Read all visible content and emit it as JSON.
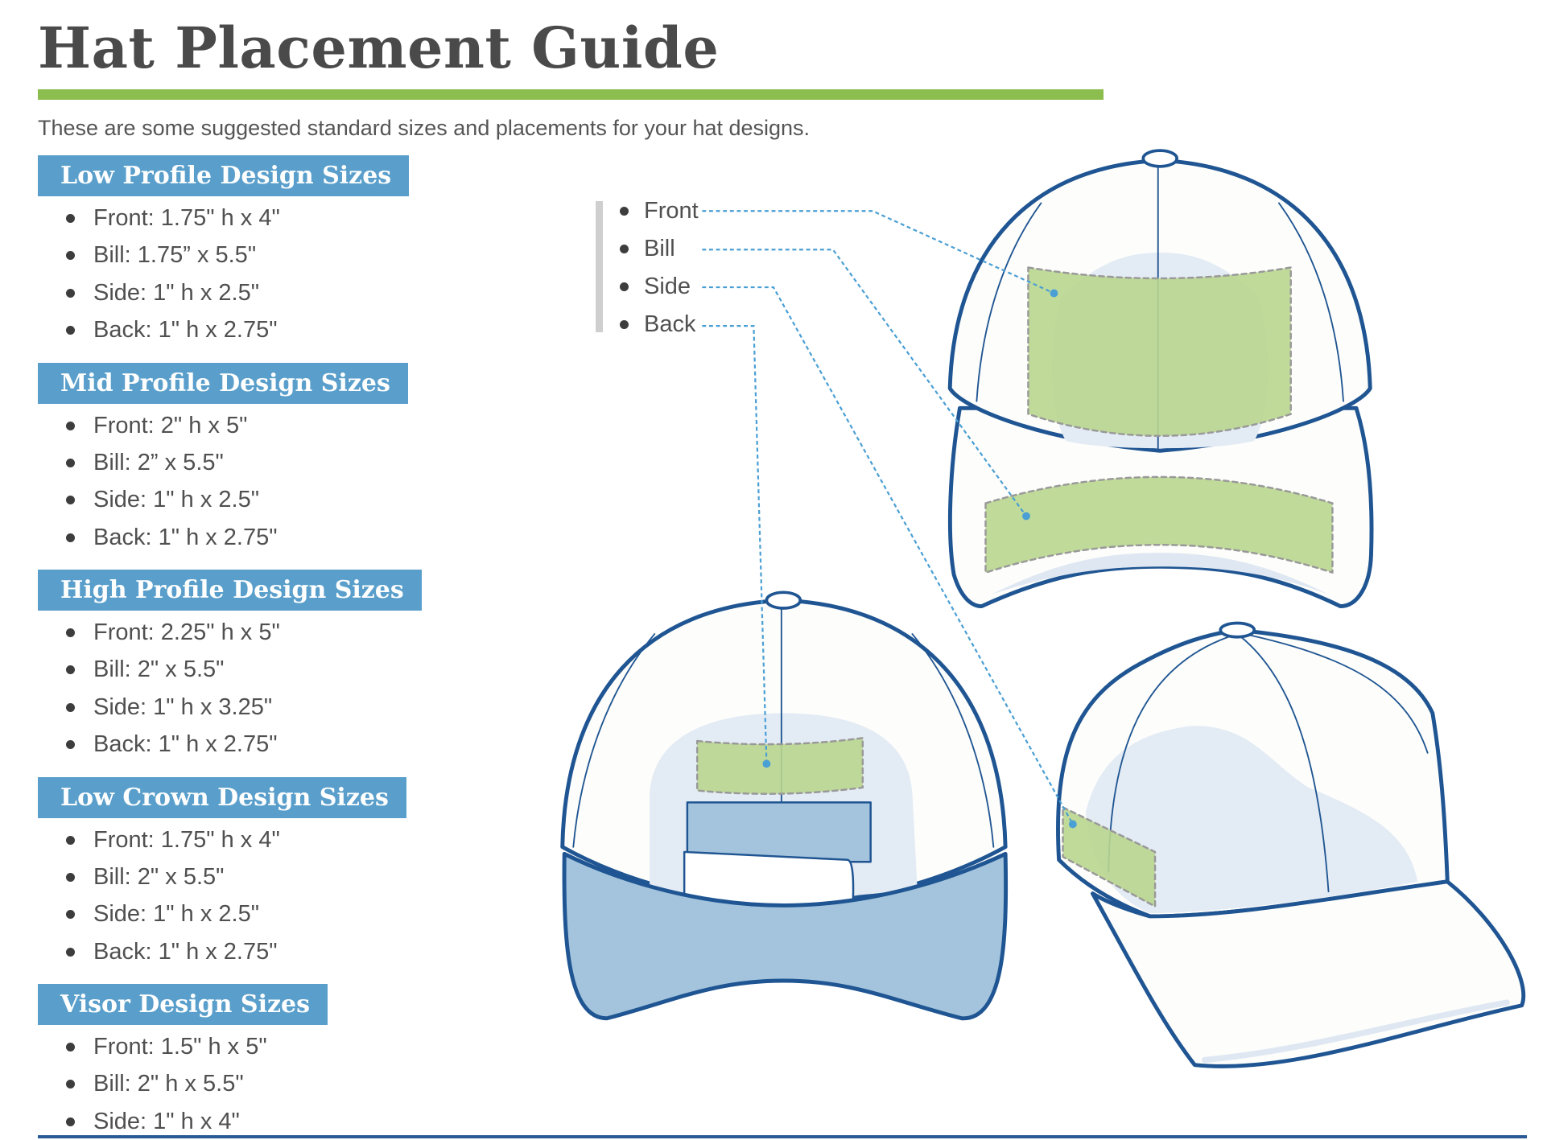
{
  "title": "Hat Placement Guide",
  "subtitle": "These are some suggested standard sizes and placements for your hat designs.",
  "sections": [
    {
      "heading": "Low Profile Design Sizes",
      "items": [
        "Front: 1.75\" h x 4\"",
        "Bill: 1.75” x 5.5\"",
        "Side: 1\" h x 2.5\"",
        "Back: 1\" h x 2.75\""
      ]
    },
    {
      "heading": "Mid Profile Design Sizes",
      "items": [
        "Front: 2\" h x 5\"",
        "Bill: 2” x 5.5\"",
        "Side: 1\" h x 2.5\"",
        "Back: 1\" h x 2.75\""
      ]
    },
    {
      "heading": "High Profile Design Sizes",
      "items": [
        "Front: 2.25\" h x 5\"",
        "Bill: 2\" x 5.5\"",
        "Side: 1\" h x 3.25\"",
        "Back: 1\" h x 2.75\""
      ]
    },
    {
      "heading": "Low Crown Design Sizes",
      "items": [
        "Front: 1.75\" h x 4\"",
        "Bill: 2\" x 5.5\"",
        "Side: 1\" h x 2.5\"",
        "Back: 1\" h x 2.75\""
      ]
    },
    {
      "heading": "Visor Design Sizes",
      "items": [
        "Front: 1.5\" h x 5\"",
        "Bill: 2\" h x 5.5\"",
        "Side: 1\" h x 4\""
      ]
    }
  ],
  "legend": [
    "Front",
    "Bill",
    "Side",
    "Back"
  ],
  "colors": {
    "accent_green": "#8bbd4f",
    "header_blue": "#5a9fcb",
    "outline_blue": "#1f5592",
    "placement_green": "#b9d68f",
    "leader_blue": "#4a9fd4"
  }
}
